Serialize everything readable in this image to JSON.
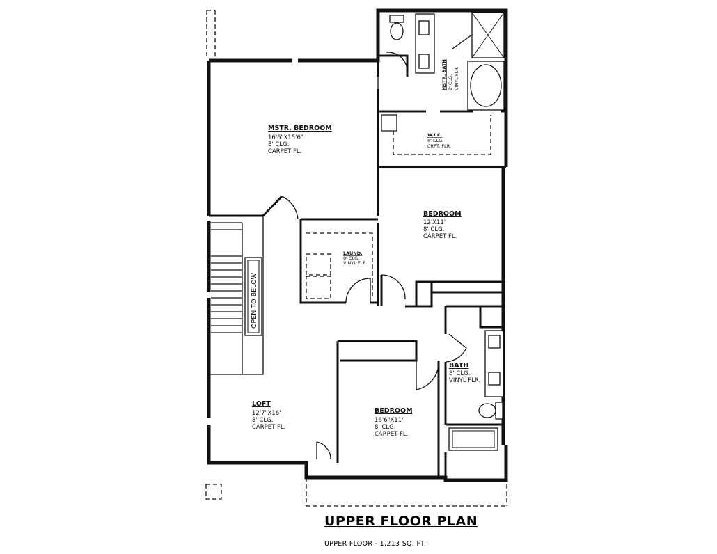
{
  "plan": {
    "title": "UPPER FLOOR PLAN",
    "subtitle": "UPPER FLOOR - 1,213 SQ. FT."
  },
  "rooms": {
    "master_bedroom": {
      "name": "MSTR. BEDROOM",
      "size": "16'6\"X15'6\"",
      "ceiling": "8' CLG.",
      "floor": "CARPET FL."
    },
    "master_bath": {
      "name": "MSTR. BATH",
      "ceiling": "8' CLG.",
      "floor": "VINYL FLR."
    },
    "walk_in_closet": {
      "name": "W.I.C.",
      "ceiling": "8' CLG.",
      "floor": "CRPT. FLR."
    },
    "bedroom_2": {
      "name": "BEDROOM",
      "size": "12'X11'",
      "ceiling": "8' CLG.",
      "floor": "CARPET FL."
    },
    "laundry": {
      "name": "LAUND.",
      "ceiling": "8' CLG.",
      "floor": "VINYL FLR."
    },
    "open_to_below": {
      "label": "OPEN TO BELOW"
    },
    "bath": {
      "name": "BATH",
      "ceiling": "8' CLG.",
      "floor": "VINYL FLR."
    },
    "loft": {
      "name": "LOFT",
      "size": "12'7\"X16'",
      "ceiling": "8' CLG.",
      "floor": "CARPET FL."
    },
    "bedroom_3": {
      "name": "BEDROOM",
      "size": "16'6\"X11'",
      "ceiling": "8' CLG.",
      "floor": "CARPET FL."
    }
  }
}
